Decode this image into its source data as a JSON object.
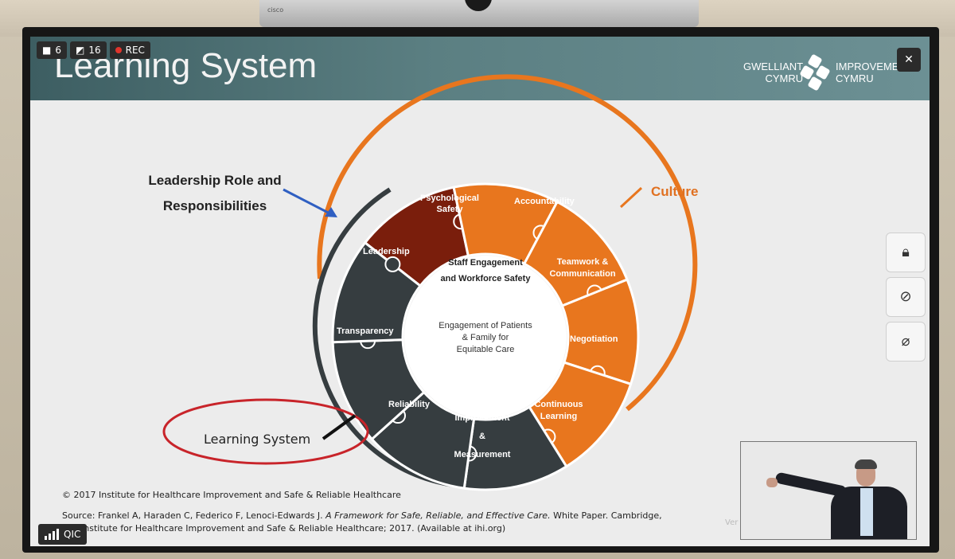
{
  "zoom": {
    "participants_count": "6",
    "video_off_count": "16",
    "rec_label": "REC",
    "network_label": "QIC"
  },
  "camera": {
    "brand": "cisco"
  },
  "slide": {
    "title": "Learning System",
    "logo_left_1": "GWELLIANT",
    "logo_left_2": "CYMRU",
    "logo_right_1": "IMPROVEMEN",
    "logo_right_2": "CYMRU",
    "callout_leadership_1": "Leadership Role and",
    "callout_leadership_2": "Responsibilities",
    "callout_culture": "Culture",
    "callout_learning_system": "Learning System",
    "center_text_1": "Engagement of Patients",
    "center_text_2": "& Family for",
    "center_text_3": "Equitable Care",
    "ring_text_1": "Staff  Engagement",
    "ring_text_2": "and Workforce Safety",
    "segments": {
      "leadership": "Leadership",
      "psych_1": "Psychological",
      "psych_2": "Safety",
      "accountability": "Accountability",
      "teamwork_1": "Teamwork &",
      "teamwork_2": "Communication",
      "negotiation": "Negotiation",
      "continuous_1": "Continuous",
      "continuous_2": "Learning",
      "improvement_1": "Improvement",
      "improvement_2": "&",
      "improvement_3": "Measurement",
      "reliability": "Reliability",
      "transparency": "Transparency"
    },
    "copyright": "© 2017 Institute for Healthcare Improvement and Safe & Reliable Healthcare",
    "source_prefix": "Source: Frankel A, Haraden C, Federico F, Lenoci-Edwards J. ",
    "source_italic": "A Framework for Safe, Reliable, and Effective Care.",
    "source_suffix": " White Paper. Cambridge, MA: Institute for Healthcare Improvement and Safe & Reliable Healthcare; 2017. (Available at ihi.org)",
    "ver_text": "Ver",
    "colors": {
      "orange": "#e8761e",
      "dark_red": "#7a1e0c",
      "slate": "#363d40",
      "header_teal": "#4e7275"
    }
  },
  "side_buttons": [
    "lock-icon",
    "video-off-icon",
    "mic-off-icon"
  ]
}
